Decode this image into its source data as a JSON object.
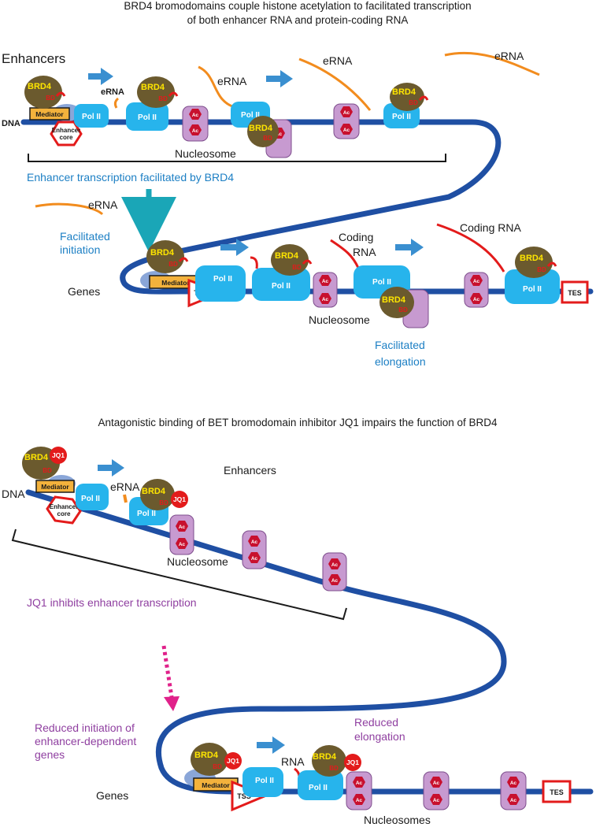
{
  "colors": {
    "dna": "#1f4fa3",
    "pol_ii": "#27b4ec",
    "brd4": "#6b5a2e",
    "brd4_text": "#ffe600",
    "bromodomain": "#e31b1b",
    "nucleosome": "#c79ad0",
    "acetyl": "#c8102e",
    "mediator": "#f3b23c",
    "erna": "#f28c1e",
    "coding_rna": "#e31b1b",
    "arrow": "#3a8fd0",
    "teal_arrow": "#1aa6b7",
    "jq1_arrow": "#e0218a",
    "blue_text": "#1c7fc4",
    "purple_text": "#8f3fa0"
  },
  "top": {
    "title_line1": "BRD4 bromodomains couple histone acetylation to facilitated transcription",
    "title_line2": "of both enhancer RNA and  protein-coding RNA",
    "enhancers_label": "Enhancers",
    "dna_label": "DNA",
    "erna_labels": [
      "eRNA",
      "eRNA",
      "eRNA",
      "eRNA",
      "eRNA"
    ],
    "nucleosome_label": "Nucleosome",
    "enhancer_bracket_caption": "Enhancer transcription facilitated by BRD4",
    "facilitated_initiation": [
      "Facilitated",
      "initiation"
    ],
    "genes_label": "Genes",
    "coding_rna_label_1": [
      "Coding",
      "RNA"
    ],
    "coding_rna_label_2": "Coding RNA",
    "gene_nucleosome_label": "Nucleosome",
    "facilitated_elongation": [
      "Facilitated",
      "elongation"
    ]
  },
  "bottom": {
    "title": "Antagonistic binding of BET bromodomain inhibitor JQ1 impairs the function of BRD4",
    "enhancers_label": "Enhancers",
    "dna_label": "DNA",
    "erna_label": "eRNA",
    "nucleosome_label": "Nucleosome",
    "enhancer_caption": "JQ1 inhibits enhancer transcription",
    "reduced_initiation": [
      "Reduced initiation of",
      "enhancer-dependent",
      "genes"
    ],
    "reduced_elongation": [
      "Reduced",
      "elongation"
    ],
    "genes_label": "Genes",
    "rna_label": "RNA",
    "nucleosomes_label": "Nucleosomes"
  },
  "shared": {
    "pol_ii": "Pol II",
    "brd4": "BRD4",
    "bd": "BD",
    "jq1": "JQ1",
    "ac": "Ac",
    "mediator": "Mediator",
    "enhancer_core": [
      "Enhancer",
      "core"
    ],
    "tss": "TSS",
    "tes": "TES"
  }
}
